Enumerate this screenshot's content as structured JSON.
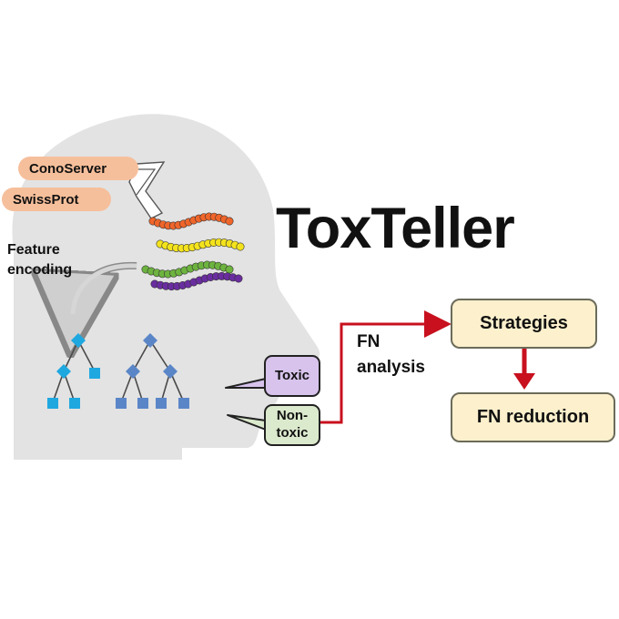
{
  "title": "ToxTeller",
  "sources": [
    "ConoServer",
    "SwissProt"
  ],
  "feature_label": [
    "Feature",
    "encoding"
  ],
  "outputs": {
    "toxic": "Toxic",
    "nontoxic_line1": "Non-",
    "nontoxic_line2": "toxic"
  },
  "fn_analysis": [
    "FN",
    "analysis"
  ],
  "strategies": "Strategies",
  "fn_reduction": "FN reduction",
  "colors": {
    "head": "#e3e3e3",
    "pill": "#f6bf9b",
    "box_fill": "#fdf0cc",
    "toxic_fill": "#d7c3ec",
    "nontoxic_fill": "#dbe9cc",
    "arrow": "#c8101e",
    "chain_orange": "#f0652a",
    "chain_yellow": "#f4e31c",
    "chain_green": "#6db33f",
    "chain_purple": "#6a2da0",
    "tree_cyan": "#1fa8e0",
    "tree_blue": "#5a86c8"
  }
}
